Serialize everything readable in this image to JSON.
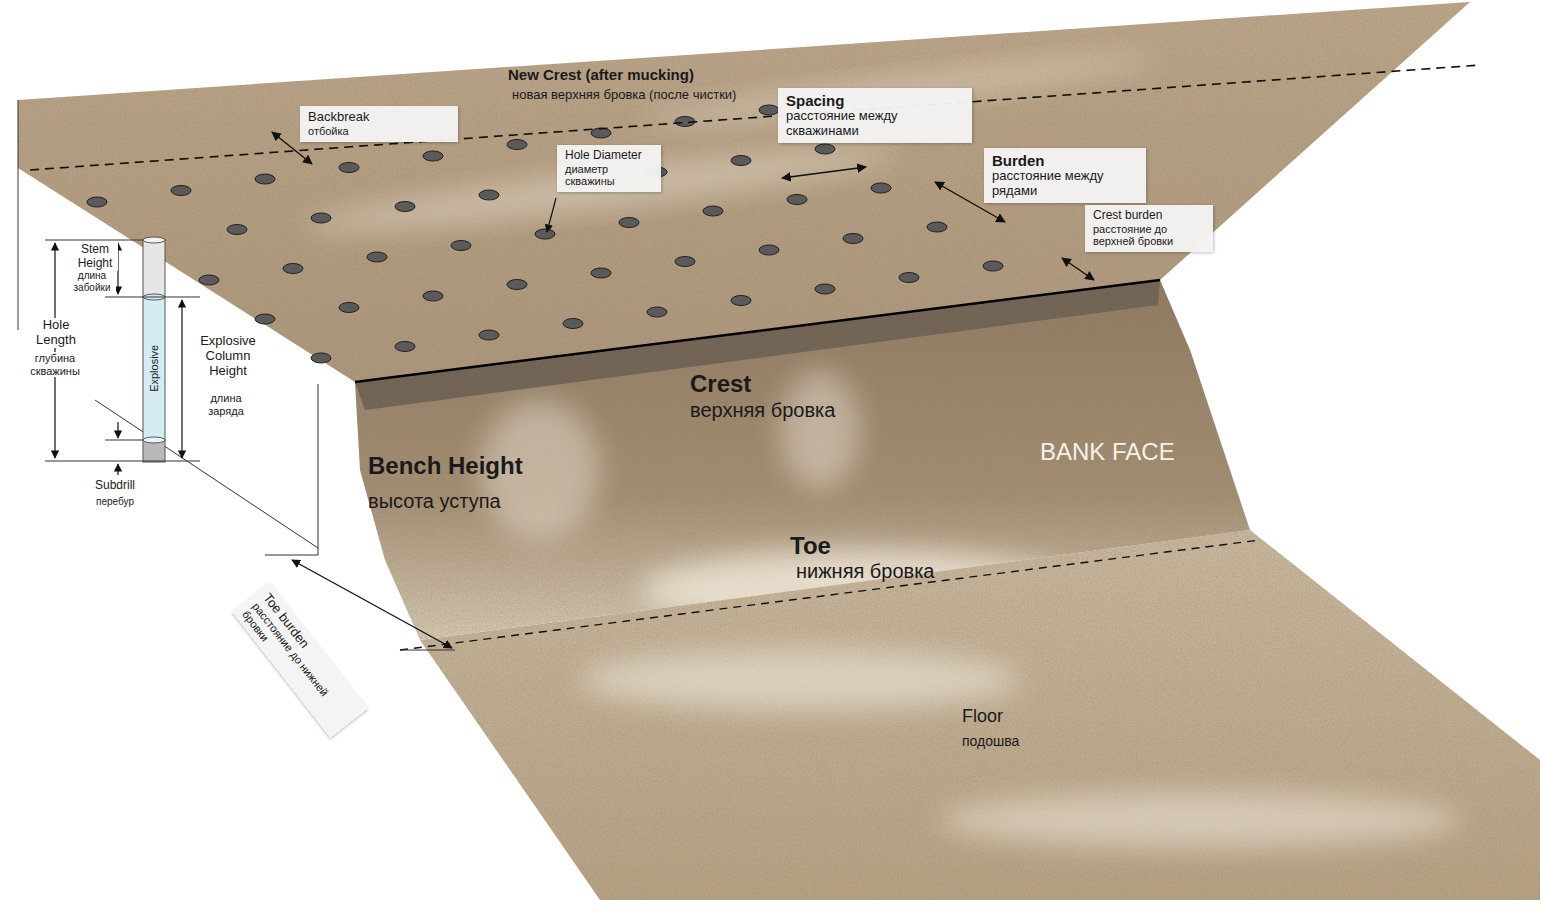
{
  "diagram": {
    "nodes": [
      {
        "text": [
          "Backbreak",
          "отбойка"
        ]
      },
      {
        "text": [
          "Hole Diameter",
          "диаметр скважины"
        ]
      },
      {
        "text": [
          "Spacing",
          "расстояние между скважинами"
        ]
      },
      {
        "text": [
          "Burden",
          "расстояние между рядами"
        ]
      },
      {
        "text": [
          "Crest burden",
          "расстояние до верхней бровки"
        ]
      },
      {
        "text": [
          "Toe burden",
          "расстояние до нижней бровки"
        ]
      }
    ],
    "labels": [
      "New Crest (after mucking)",
      "новая верхняя бровка (после чистки)",
      "Stem Height",
      "длина забойки",
      "Hole Length",
      "глубина скважины",
      "Explosive Column Height",
      "длина заряда",
      "Explosive",
      "Subdrill",
      "перебур",
      "Crest",
      "верхняя бровка",
      "Bench Height",
      "высота уступа",
      "BANK FACE",
      "Toe",
      "нижняя бровка",
      "Floor",
      "подошва"
    ]
  }
}
